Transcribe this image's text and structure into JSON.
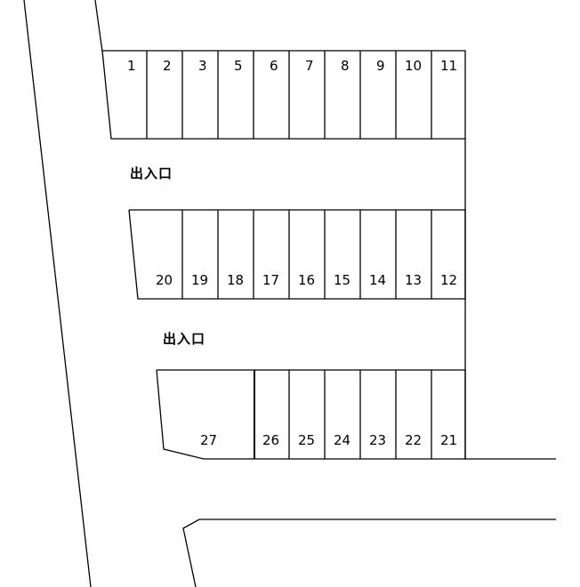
{
  "rows": [
    {
      "stalls": [
        "1",
        "2",
        "3",
        "5",
        "6",
        "7",
        "8",
        "9",
        "10",
        "11"
      ]
    },
    {
      "stalls": [
        "20",
        "19",
        "18",
        "17",
        "16",
        "15",
        "14",
        "13",
        "12"
      ]
    },
    {
      "stalls": [
        "27",
        "26",
        "25",
        "24",
        "23",
        "22",
        "21"
      ]
    }
  ],
  "entrances": [
    {
      "label": "出入口"
    },
    {
      "label": "出入口"
    }
  ]
}
